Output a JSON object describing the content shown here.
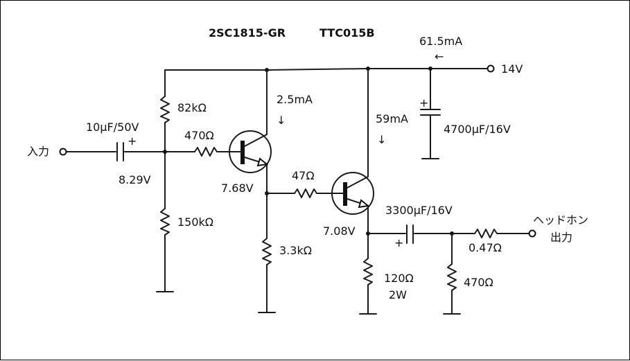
{
  "title": {
    "part1": "2SC1815-GR",
    "part2": "TTC015B"
  },
  "labels": {
    "supply_current": "61.5mA",
    "supply_arrow": "←",
    "supply_voltage": "14V",
    "q1_current": "2.5mA",
    "q1_arrow": "↓",
    "q2_current": "59mA",
    "q2_arrow": "↓",
    "r_bias_top": "82kΩ",
    "c_input": "10μF/50V",
    "r_base1": "470Ω",
    "input": "入力",
    "v_base1": "8.29V",
    "r_bias_bottom": "150kΩ",
    "v_emitter1": "7.68V",
    "r_base2": "47Ω",
    "r_emitter1": "3.3kΩ",
    "v_emitter2": "7.08V",
    "c_output": "3300μF/16V",
    "r_emitter2_value": "120Ω",
    "r_emitter2_power": "2W",
    "c_supply": "4700μF/16V",
    "r_output_series": "0.47Ω",
    "r_output_load": "470Ω",
    "output_line1": "ヘッドホン",
    "output_line2": "出力",
    "plus": "+"
  }
}
